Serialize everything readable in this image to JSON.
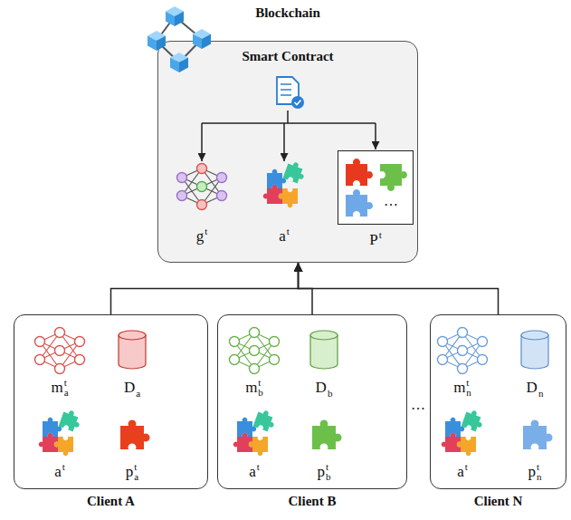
{
  "diagram": {
    "title": "Blockchain",
    "nodes": [
      {
        "text": [
          "Smart Contract"
        ]
      },
      {
        "text": [
          "g",
          "t"
        ],
        "in": 0
      },
      {
        "text": [
          "a",
          "t"
        ],
        "in": 0
      },
      {
        "text": [
          "P",
          "t"
        ],
        "in": 0
      },
      {
        "text": [
          "Client A"
        ]
      },
      {
        "text": [
          "m",
          "a",
          "t"
        ],
        "in": 4
      },
      {
        "text": [
          "D",
          "a"
        ],
        "in": 4
      },
      {
        "text": [
          "a",
          "t"
        ],
        "in": 4
      },
      {
        "text": [
          "p",
          "a",
          "t"
        ],
        "in": 4
      },
      {
        "text": [
          "Client B"
        ]
      },
      {
        "text": [
          "m",
          "b",
          "t"
        ],
        "in": 9
      },
      {
        "text": [
          "D",
          "b"
        ],
        "in": 9
      },
      {
        "text": [
          "a",
          "t"
        ],
        "in": 9
      },
      {
        "text": [
          "p",
          "b",
          "t"
        ],
        "in": 9
      },
      {
        "text": [
          "Client N"
        ]
      },
      {
        "text": [
          "m",
          "n",
          "t"
        ],
        "in": 14
      },
      {
        "text": [
          "D",
          "n"
        ],
        "in": 14
      },
      {
        "text": [
          "a",
          "t"
        ],
        "in": 14
      },
      {
        "text": [
          "p",
          "n",
          "t"
        ],
        "in": 14
      }
    ],
    "edges": [
      {
        "from": 4,
        "to": 0,
        "arrow": "to"
      },
      {
        "from": 9,
        "to": 0,
        "arrow": "to"
      },
      {
        "from": 14,
        "to": 0,
        "arrow": "to"
      }
    ],
    "labels": [
      "…",
      "…"
    ]
  }
}
